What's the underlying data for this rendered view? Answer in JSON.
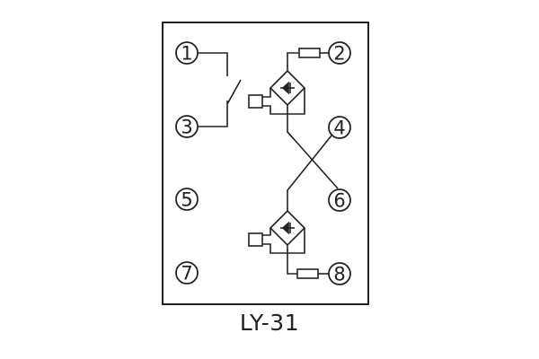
{
  "caption": "LY-31",
  "terminals": [
    "1",
    "2",
    "3",
    "4",
    "5",
    "6",
    "7",
    "8"
  ]
}
